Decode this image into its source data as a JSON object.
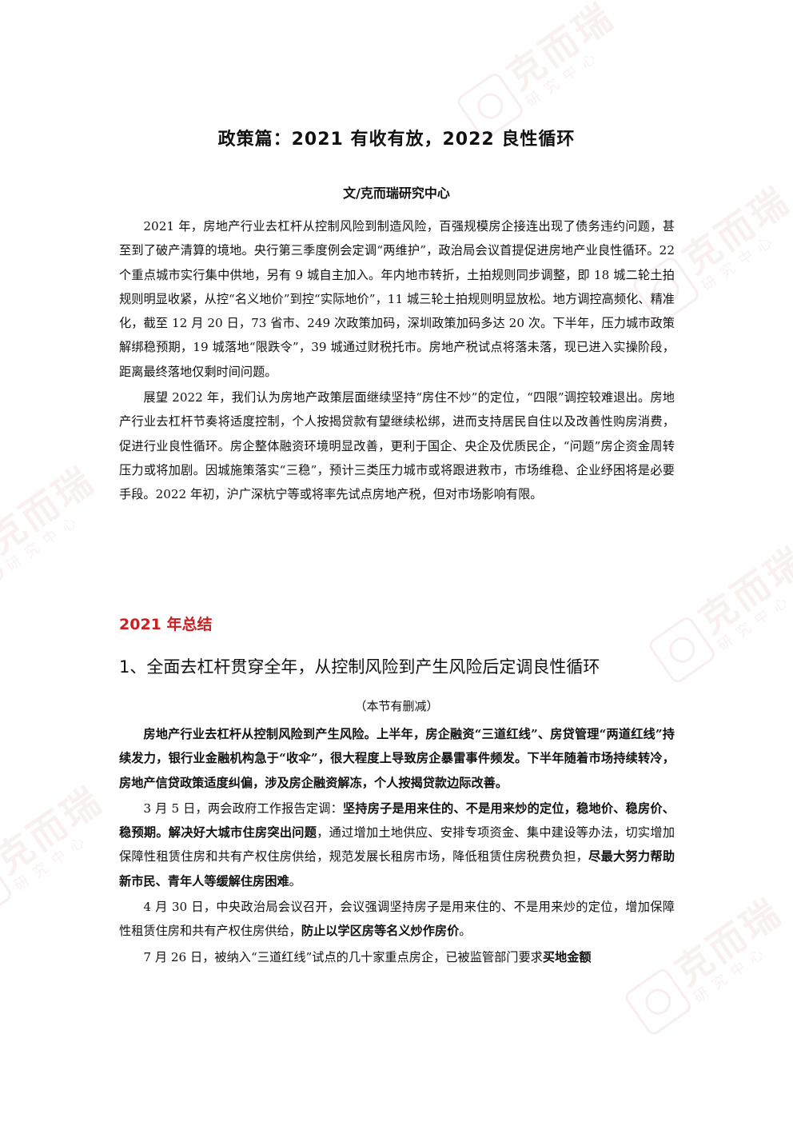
{
  "document": {
    "title": "政策篇：2021 有收有放，2022 良性循环",
    "author": "文/克而瑞研究中心",
    "intro_paragraphs": [
      "2021 年，房地产行业去杠杆从控制风险到制造风险，百强规模房企接连出现了债务违约问题，甚至到了破产清算的境地。央行第三季度例会定调“两维护”，政治局会议首提促进房地产业良性循环。22 个重点城市实行集中供地，另有 9 城自主加入。年内地市转折，土拍规则同步调整，即 18 城二轮土拍规则明显收紧，从控“名义地价”到控“实际地价”，11 城三轮土拍规则明显放松。地方调控高频化、精准化，截至 12 月 20 日，73 省市、249 次政策加码，深圳政策加码多达 20 次。下半年，压力城市政策解绑稳预期，19 城落地“限跌令”，39 城通过财税托市。房地产税试点将落未落，现已进入实操阶段，距离最终落地仅剩时间问题。",
      "展望 2022 年，我们认为房地产政策层面继续坚持“房住不炒”的定位，“四限”调控较难退出。房地产行业去杠杆节奏将适度控制，个人按揭贷款有望继续松绑，进而支持居民自住以及改善性购房消费，促进行业良性循环。房企整体融资环境明显改善，更利于国企、央企及优质民企，“问题”房企资金周转压力或将加剧。因城施策落实“三稳”，预计三类压力城市或将跟进救市，市场维稳、企业纾困将是必要手段。2022 年初，沪广深杭宁等或将率先试点房地产税，但对市场影响有限。"
    ],
    "section_heading": "2021 年总结",
    "subsection_heading": "1、全面去杠杆贯穿全年，从控制风险到产生风险后定调良性循环",
    "section_note": "（本节有删减）",
    "bold_paragraph": "房地产行业去杠杆从控制风险到产生风险。上半年，房企融资“三道红线”、房贷管理“两道红线”持续发力，银行业金融机构急于“收伞”，很大程度上导致房企暴雷事件频发。下半年随着市场持续转冷，房地产信贷政策适度纠偏，涉及房企融资解冻，个人按揭贷款边际改善。",
    "mar5": {
      "lead": "3 月 5 日，两会政府工作报告定调：",
      "bold1": "坚持房子是用来住的、不是用来炒的定位，稳地价、稳房价、稳预期。解决好大城市住房突出问题",
      "mid": "，通过增加土地供应、安排专项资金、集中建设等办法，切实增加保障性租赁住房和共有产权住房供给，规范发展长租房市场，降低租赁住房税费负担，",
      "bold2": "尽最大努力帮助新市民、青年人等缓解住房困难",
      "tail": "。"
    },
    "apr30": {
      "lead": "4 月 30 日，中央政治局会议召开，会议强调坚持房子是用来住的、不是用来炒的定位，增加保障性租赁住房和共有产权住房供给，",
      "bold": "防止以学区房等名义炒作房价",
      "tail": "。"
    },
    "jul26": {
      "lead": "7 月 26 日，被纳入“三道红线”试点的几十家重点房企，已被监管部门要求",
      "bold": "买地金额"
    }
  },
  "watermark": {
    "text": "克而瑞",
    "subtext": "研究中心",
    "color": "#e0a8a8"
  },
  "colors": {
    "section_heading": "#cc1f1f",
    "body_text": "#111111"
  }
}
